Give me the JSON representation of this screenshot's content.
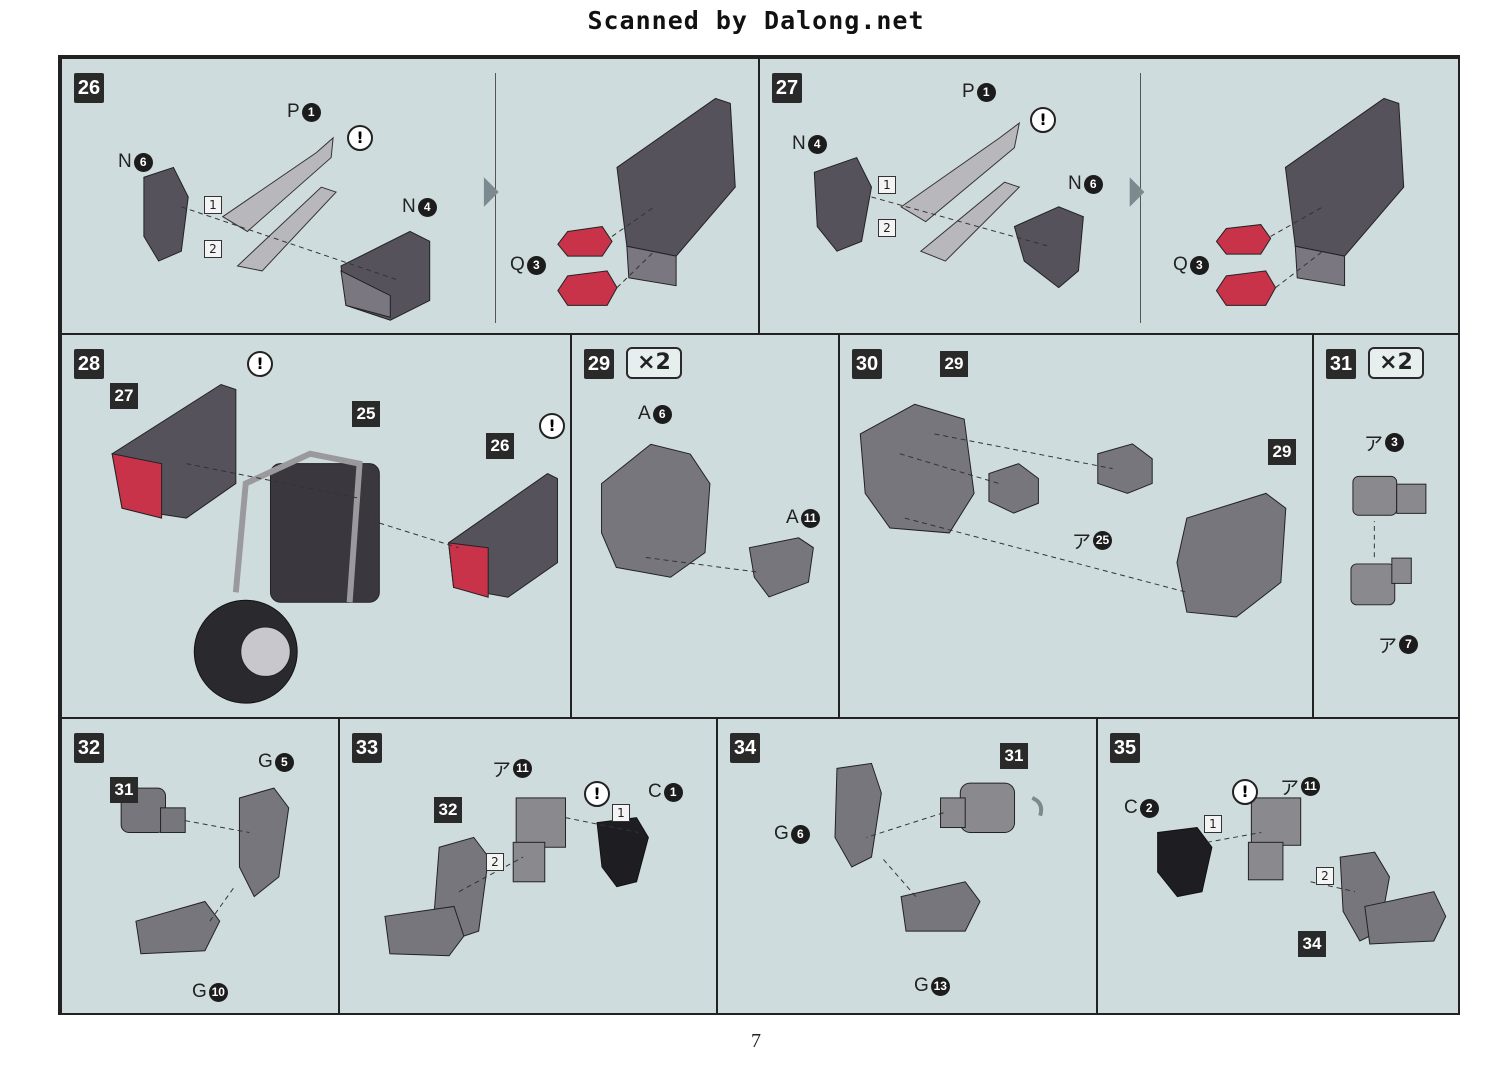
{
  "header": {
    "title": "Scanned by Dalong.net"
  },
  "page_number": "7",
  "steps": {
    "s26": {
      "num": "26",
      "labels": {
        "p": "P",
        "p_n": "1",
        "n1": "N",
        "n1_n": "6",
        "n2": "N",
        "n2_n": "4",
        "q": "Q",
        "q_n": "3"
      },
      "ord1": "1",
      "ord2": "2"
    },
    "s27": {
      "num": "27",
      "labels": {
        "p": "P",
        "p_n": "1",
        "n1": "N",
        "n1_n": "4",
        "n2": "N",
        "n2_n": "6",
        "q": "Q",
        "q_n": "3"
      },
      "ord1": "1",
      "ord2": "2"
    },
    "s28": {
      "num": "28",
      "refs": [
        "27",
        "25",
        "26"
      ]
    },
    "s29": {
      "num": "29",
      "mult": "×2",
      "labels": {
        "a1": "A",
        "a1_n": "6",
        "a2": "A",
        "a2_n": "11"
      }
    },
    "s30": {
      "num": "30",
      "refs": [
        "29",
        "29"
      ],
      "labels": {
        "a": "ア",
        "a_n": "25"
      }
    },
    "s31": {
      "num": "31",
      "mult": "×2",
      "labels": {
        "a1": "ア",
        "a1_n": "3",
        "a2": "ア",
        "a2_n": "7"
      }
    },
    "s32": {
      "num": "32",
      "refs": [
        "31"
      ],
      "labels": {
        "g1": "G",
        "g1_n": "5",
        "g2": "G",
        "g2_n": "10"
      }
    },
    "s33": {
      "num": "33",
      "refs": [
        "32"
      ],
      "labels": {
        "a": "ア",
        "a_n": "11",
        "c": "C",
        "c_n": "1"
      },
      "ord1": "1",
      "ord2": "2"
    },
    "s34": {
      "num": "34",
      "refs": [
        "31"
      ],
      "labels": {
        "g1": "G",
        "g1_n": "6",
        "g2": "G",
        "g2_n": "13"
      }
    },
    "s35": {
      "num": "35",
      "refs": [
        "34"
      ],
      "labels": {
        "c": "C",
        "c_n": "2",
        "a": "ア",
        "a_n": "11"
      },
      "ord1": "1",
      "ord2": "2"
    }
  },
  "warn_symbol": "!",
  "colors": {
    "panel": "#cfdcdd",
    "part_dark": "#55525c",
    "part_grey": "#8a8a8e",
    "part_red": "#c8334a"
  }
}
